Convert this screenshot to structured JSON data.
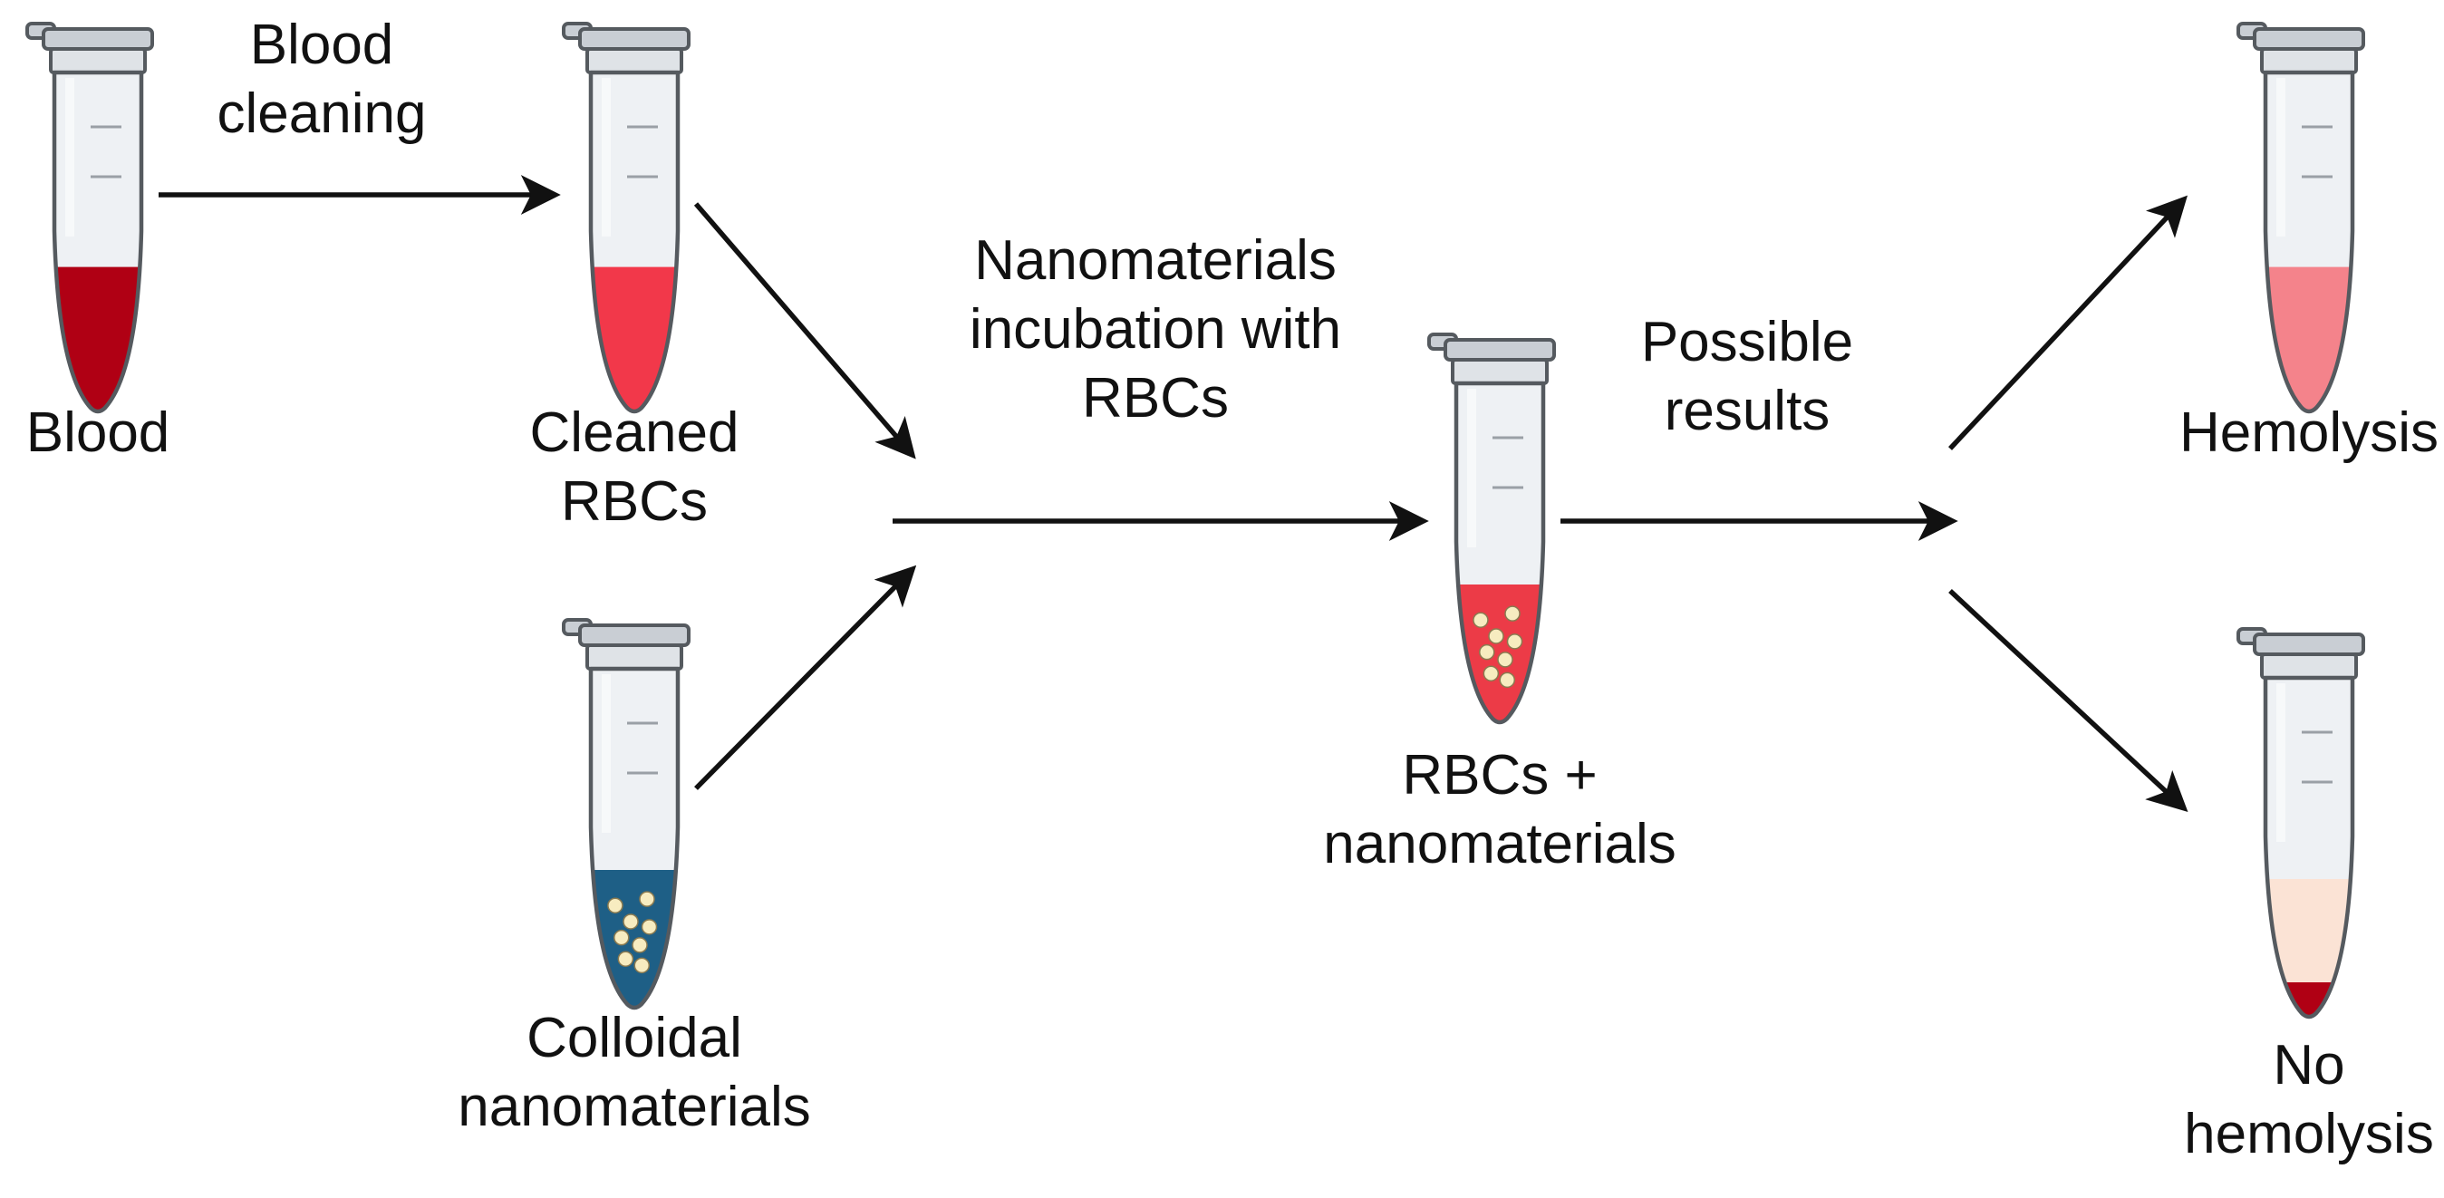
{
  "tubes": {
    "blood": {
      "caption": [
        "Blood"
      ],
      "liquid_color": "#b00014",
      "fill_level": 0.42,
      "particles": false
    },
    "cleaned": {
      "caption": [
        "Cleaned",
        "RBCs"
      ],
      "liquid_color": "#f2384a",
      "fill_level": 0.42,
      "particles": false
    },
    "colloidal": {
      "caption": [
        "Colloidal",
        "nanomaterials"
      ],
      "liquid_color": "#1e5f86",
      "fill_level": 0.4,
      "particles": true
    },
    "mix": {
      "caption": [
        "RBCs +",
        "nanomaterials"
      ],
      "liquid_color": "#ec3b47",
      "fill_level": 0.4,
      "particles": true
    },
    "hemolysis": {
      "caption": [
        "Hemolysis"
      ],
      "liquid_color": "#f4838b",
      "fill_level": 0.42,
      "particles": false
    },
    "no_hemolysis": {
      "caption": [
        "No",
        "hemolysis"
      ],
      "liquid_color": "#fbe3d5",
      "pellet_color": "#b00014",
      "fill_level": 0.4,
      "particles": false
    }
  },
  "steps": {
    "cleaning": [
      "Blood",
      "cleaning"
    ],
    "incubation": [
      "Nanomaterials",
      "incubation with",
      "RBCs"
    ],
    "results": [
      "Possible",
      "results"
    ]
  },
  "colors": {
    "arrow": "#111111",
    "tube_outline": "#555a5f",
    "tube_glass": "#eef1f4",
    "cap": "#c9ced4",
    "particle": "#f7ecc0"
  },
  "icons": {
    "tube": "microcentrifuge-tube-icon",
    "arrow": "arrow-right-icon"
  }
}
